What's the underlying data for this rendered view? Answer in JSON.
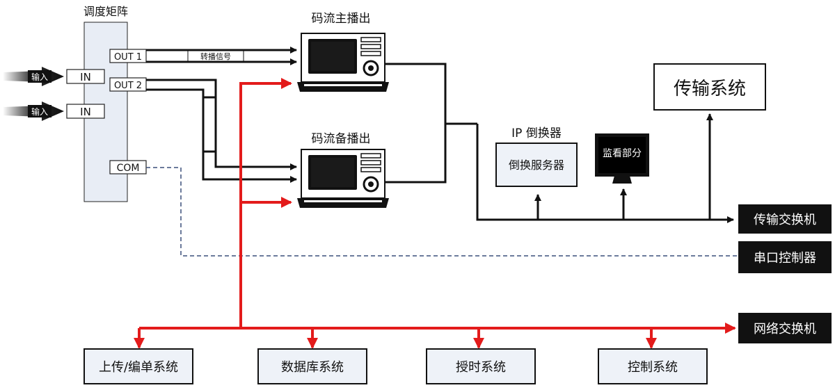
{
  "matrix": {
    "title": "调度矩阵",
    "out1": "OUT 1",
    "out2": "OUT 2",
    "in1": "IN",
    "in2": "IN",
    "com": "COM"
  },
  "inputs": [
    "输入",
    "输入"
  ],
  "switch_signal": "转播信号",
  "main_playout": "码流主播出",
  "backup_playout": "码流备播出",
  "transmission_system": "传输系统",
  "ip_switcher": {
    "title": "IP 倒换器",
    "server": "倒换服务器"
  },
  "monitor": "监看部分",
  "right_boxes": {
    "trans_switch": "传输交换机",
    "serial_ctrl": "串口控制器",
    "net_switch": "网络交换机"
  },
  "bottom_boxes": [
    "上传/编单系统",
    "数据库系统",
    "授时系统",
    "控制系统"
  ],
  "colors": {
    "network_red": "#e31b1b",
    "signal_black": "#111111",
    "serial_dash": "#3a4f7a",
    "box_fill": "#eef2f8",
    "matrix_fill": "#e8edf5"
  }
}
